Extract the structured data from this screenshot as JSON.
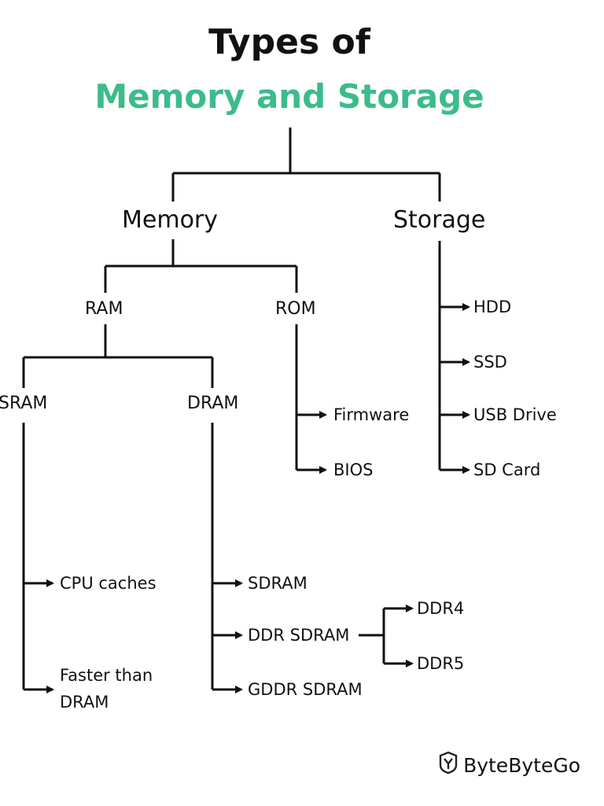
{
  "title": {
    "line1": "Types of",
    "line2": "Memory and Storage",
    "accent_color": "#3dbb8a"
  },
  "categories": {
    "memory": "Memory",
    "storage": "Storage"
  },
  "memory": {
    "ram": "RAM",
    "rom": "ROM",
    "sram": "SRAM",
    "dram": "DRAM",
    "sram_items": [
      "CPU caches",
      "Faster than DRAM"
    ],
    "rom_items": [
      "Firmware",
      "BIOS"
    ],
    "dram_items": [
      "SDRAM",
      "DDR SDRAM",
      "GDDR SDRAM"
    ],
    "ddr_items": [
      "DDR4",
      "DDR5"
    ]
  },
  "storage": {
    "items": [
      "HDD",
      "SSD",
      "USB Drive",
      "SD Card"
    ]
  },
  "branding": {
    "name": "ByteByteGo",
    "icon": "bytebytego-logo-icon"
  }
}
